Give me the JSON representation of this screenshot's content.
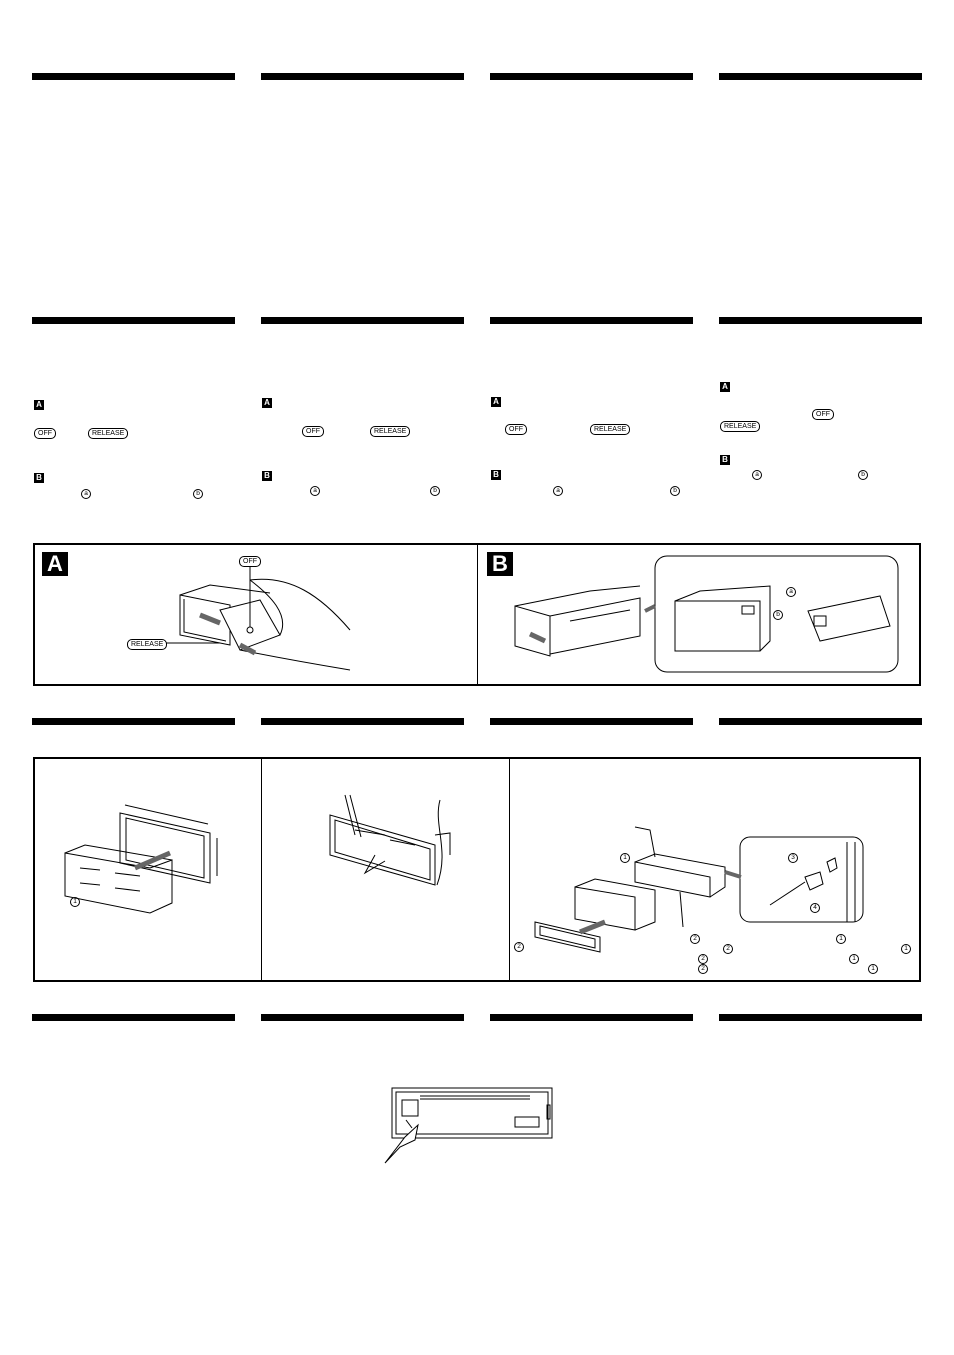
{
  "labels": {
    "a": "A",
    "b": "B",
    "off": "OFF",
    "release": "RELEASE",
    "mark_a": "a",
    "mark_b": "b",
    "num1": "1",
    "num2": "2",
    "num3": "3",
    "num4": "4"
  }
}
